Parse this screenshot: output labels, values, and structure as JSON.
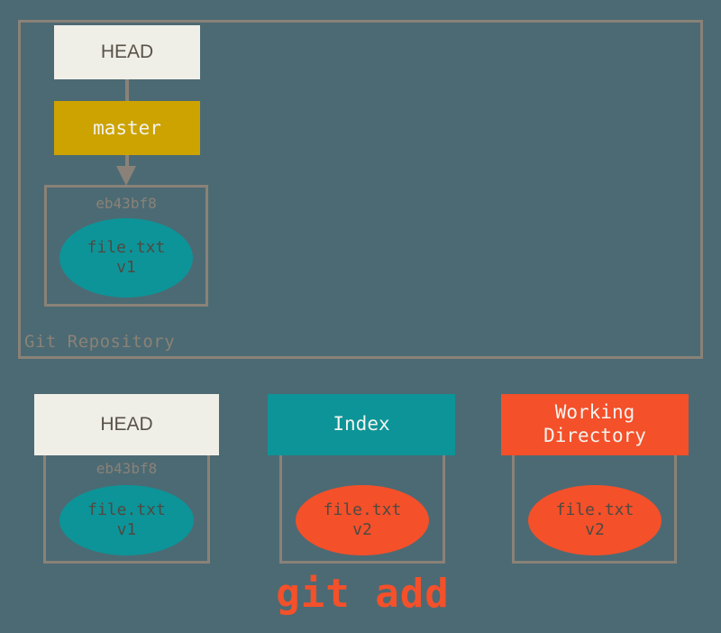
{
  "diagram": {
    "title": "git add",
    "background_color": "#4c6a73",
    "border_color": "#8a8278"
  },
  "repository": {
    "label": "Git Repository",
    "head_ref": {
      "label": "HEAD",
      "color": "#efefe8"
    },
    "branch_ref": {
      "label": "master",
      "color": "#cca300"
    },
    "commit": {
      "sha": "eb43bf8",
      "blob": {
        "filename": "file.txt",
        "version": "v1",
        "color": "#0d9498"
      }
    }
  },
  "areas": [
    {
      "name": "head",
      "header_label": "HEAD",
      "header_color": "#efefe8",
      "sha": "eb43bf8",
      "blob": {
        "filename": "file.txt",
        "version": "v1",
        "color": "#0d9498"
      }
    },
    {
      "name": "index",
      "header_label": "Index",
      "header_color": "#0d9498",
      "sha": "",
      "blob": {
        "filename": "file.txt",
        "version": "v2",
        "color": "#f4502a"
      }
    },
    {
      "name": "working-directory",
      "header_label_line1": "Working",
      "header_label_line2": "Directory",
      "header_color": "#f4502a",
      "sha": "",
      "blob": {
        "filename": "file.txt",
        "version": "v2",
        "color": "#f4502a"
      }
    }
  ],
  "command": {
    "label": "git add",
    "color": "#f4502a"
  }
}
